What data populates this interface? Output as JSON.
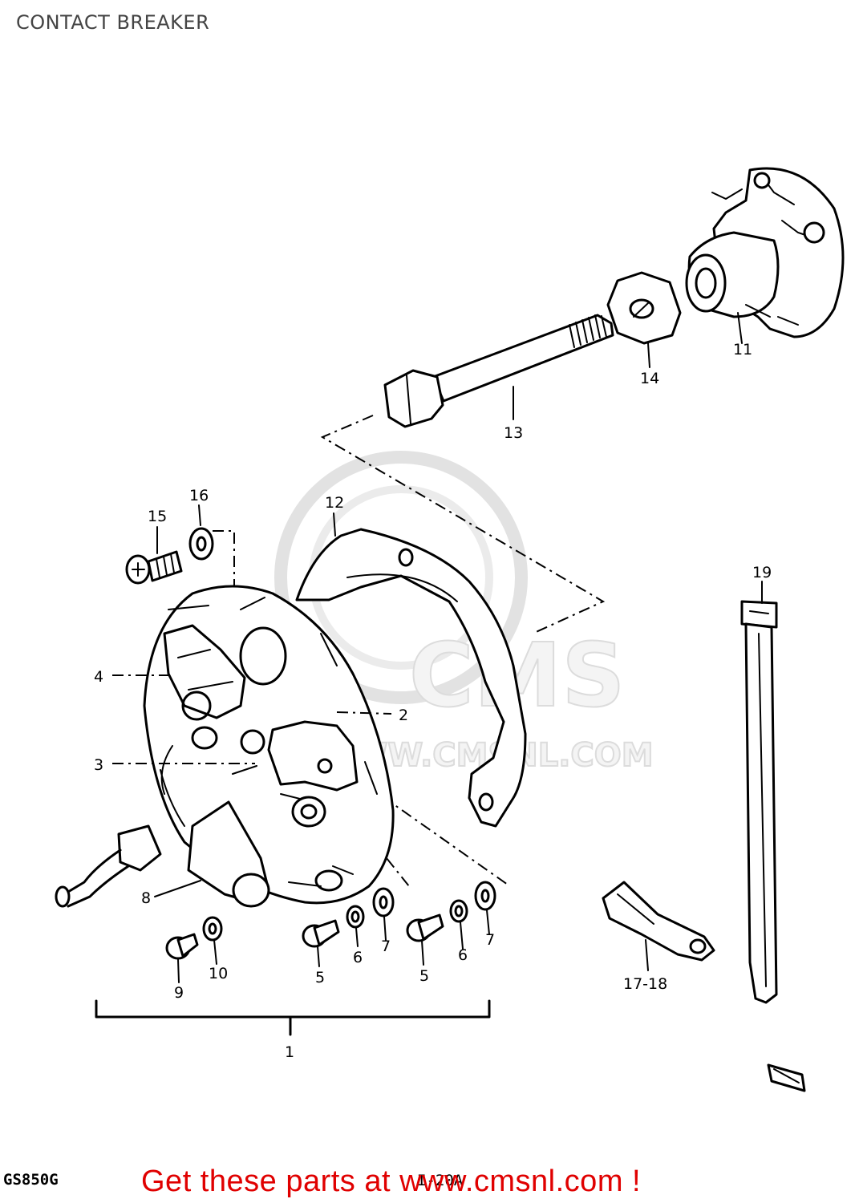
{
  "page": {
    "title": "CONTACT BREAKER"
  },
  "watermark": {
    "logo_text": "CMS",
    "url_text": "WWW.CMSNL.COM"
  },
  "diagram": {
    "model_label": "GS850G",
    "page_number": "I-20A",
    "callouts": {
      "c1": "1",
      "c2": "2",
      "c3": "3",
      "c4": "4",
      "c5a": "5",
      "c5b": "5",
      "c6a": "6",
      "c6b": "6",
      "c7a": "7",
      "c7b": "7",
      "c8": "8",
      "c9": "9",
      "c10": "10",
      "c11": "11",
      "c12": "12",
      "c13": "13",
      "c14": "14",
      "c15": "15",
      "c16": "16",
      "c17_18": "17-18",
      "c19": "19"
    }
  },
  "footer": {
    "link_text": "Get these parts at www.cmsnl.com !",
    "link_color": "#e00000"
  }
}
